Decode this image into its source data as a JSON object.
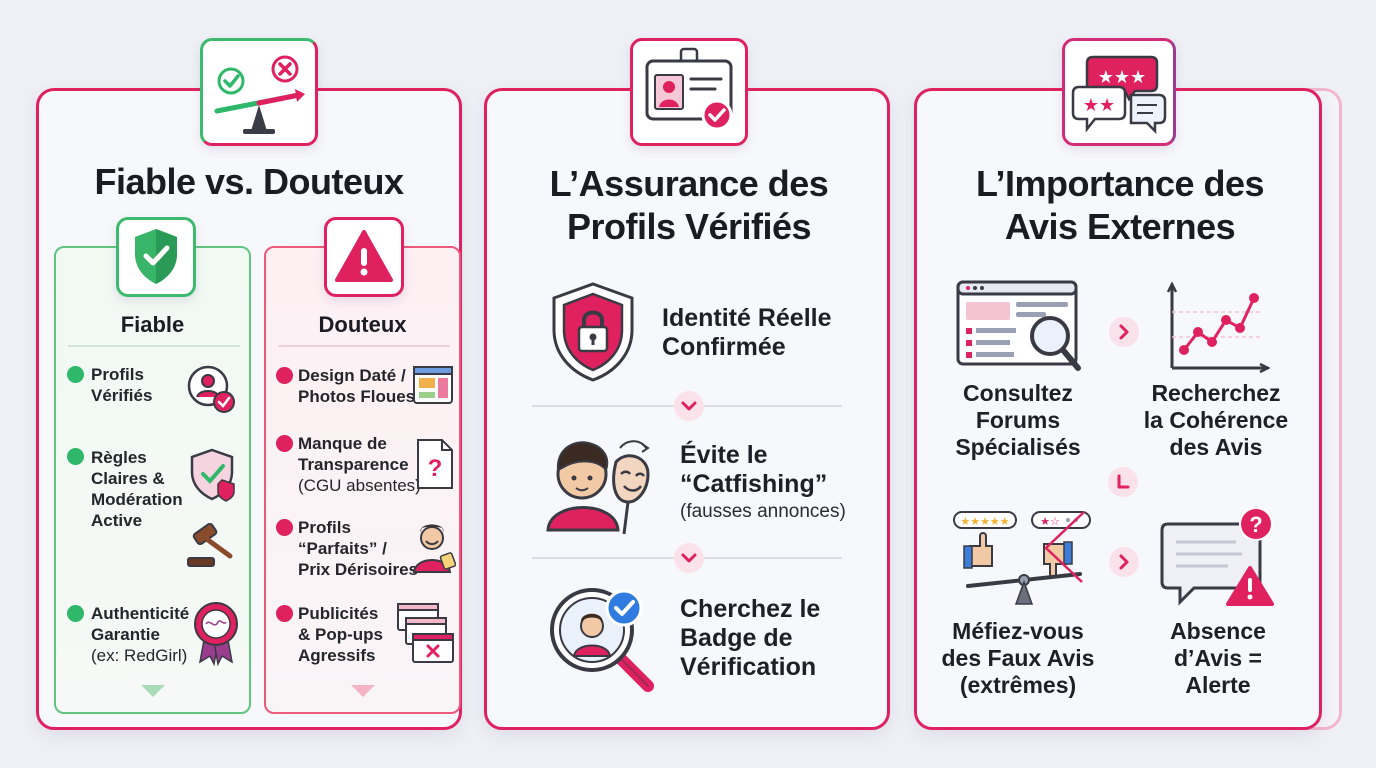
{
  "panels": {
    "comparison": {
      "title": "Fiable vs. Douteux",
      "reliable": {
        "title": "Fiable",
        "items": [
          {
            "line1": "Profils",
            "line2": "Vérifiés",
            "line3": "",
            "line4": "",
            "note": ""
          },
          {
            "line1": "Règles",
            "line2": "Claires &",
            "line3": "Modération",
            "line4": "Active",
            "note": ""
          },
          {
            "line1": "Authenticité",
            "line2": "Garantie",
            "line3": "",
            "line4": "",
            "note": "(ex: RedGirl)"
          }
        ]
      },
      "dubious": {
        "title": "Douteux",
        "items": [
          {
            "line1": "Design Daté /",
            "line2": "Photos Floues",
            "line3": "",
            "note": ""
          },
          {
            "line1": "Manque de",
            "line2": "Transparence",
            "line3": "",
            "note": "(CGU absentes)"
          },
          {
            "line1": "Profils",
            "line2": "“Parfaits” /",
            "line3": "Prix Dérisoires",
            "note": ""
          },
          {
            "line1": "Publicités",
            "line2": "& Pop-ups",
            "line3": "Agressifs",
            "note": ""
          }
        ]
      }
    },
    "verified": {
      "title_line1": "L’Assurance des",
      "title_line2": "Profils Vérifiés",
      "features": [
        {
          "line1": "Identité Réelle",
          "line2": "Confirmée",
          "line3": "",
          "note": ""
        },
        {
          "line1": "Évite le",
          "line2": "“Catfishing”",
          "line3": "",
          "note": "(fausses annonces)"
        },
        {
          "line1": "Cherchez le",
          "line2": "Badge de",
          "line3": "Vérification",
          "note": ""
        }
      ]
    },
    "reviews": {
      "title_line1": "L’Importance des",
      "title_line2": "Avis Externes",
      "steps": [
        {
          "line1": "Consultez",
          "line2": "Forums",
          "line3": "Spécialisés"
        },
        {
          "line1": "Recherchez",
          "line2": "la Cohérence",
          "line3": "des Avis"
        },
        {
          "line1": "Méfiez-vous",
          "line2": "des Faux Avis",
          "line3": "(extrêmes)"
        },
        {
          "line1": "Absence",
          "line2": "d’Avis =",
          "line3": "Alerte"
        }
      ]
    }
  },
  "icons": {
    "balance": "balance-scale-icon",
    "shield_check": "shield-check-icon",
    "warning": "warning-triangle-icon",
    "id_card": "id-card-icon",
    "chat_stars": "chat-stars-icon"
  },
  "colors": {
    "accent": "#e0215f",
    "green": "#2fb86a",
    "green_border": "#62c47f",
    "red_border": "#ea5a7b"
  }
}
